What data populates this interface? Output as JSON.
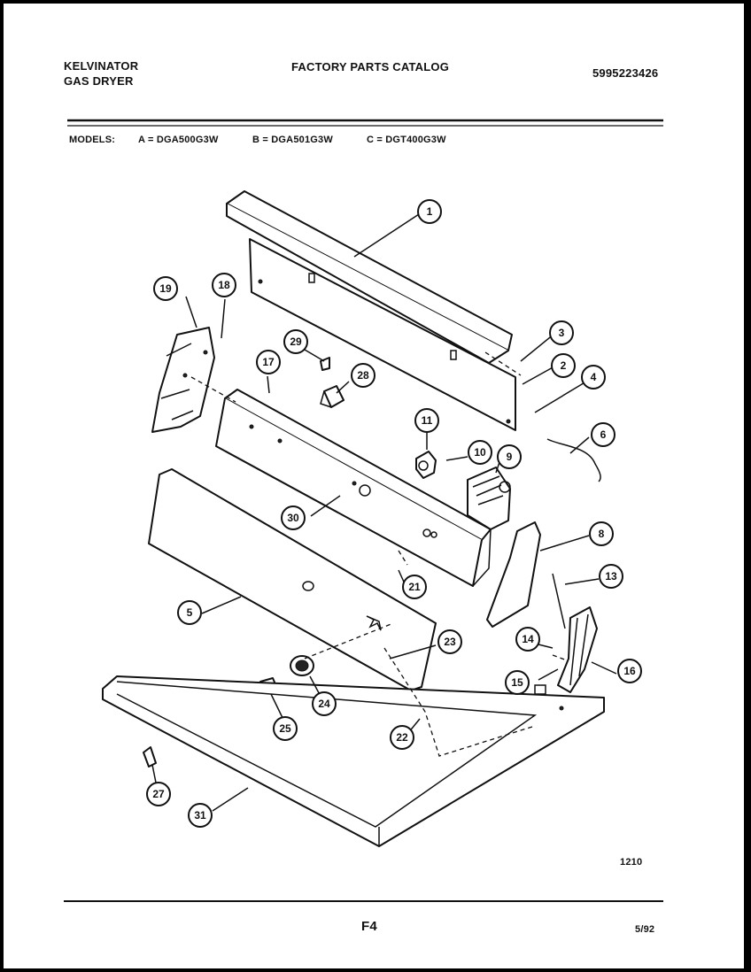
{
  "header": {
    "brand": "KELVINATOR",
    "product": "GAS DRYER",
    "catalog_title": "FACTORY PARTS CATALOG",
    "catalog_number": "5995223426"
  },
  "models": {
    "label": "MODELS:",
    "a": "A = DGA500G3W",
    "b": "B = DGA501G3W",
    "c": "C = DGT400G3W"
  },
  "diagram": {
    "callouts": [
      "1",
      "2",
      "3",
      "4",
      "5",
      "6",
      "8",
      "9",
      "10",
      "11",
      "13",
      "14",
      "15",
      "16",
      "17",
      "18",
      "19",
      "21",
      "22",
      "23",
      "24",
      "25",
      "27",
      "28",
      "29",
      "30",
      "31"
    ],
    "drawing_number": "1210"
  },
  "footer": {
    "page_code": "F4",
    "date": "5/92"
  }
}
